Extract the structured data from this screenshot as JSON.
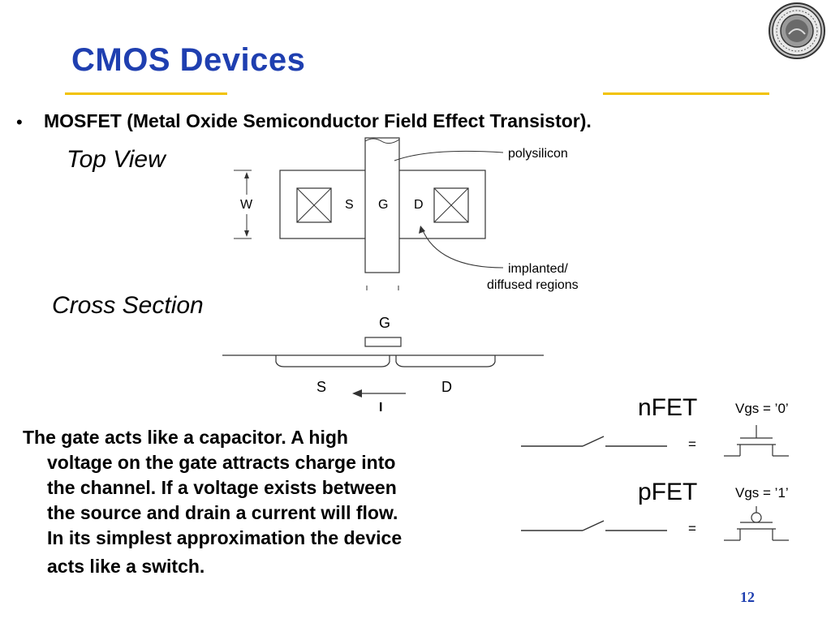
{
  "slide": {
    "title": "CMOS Devices",
    "bullet": "MOSFET (Metal Oxide Semiconductor Field Effect Transistor).",
    "top_view_label": "Top View",
    "cross_section_label": "Cross Section",
    "paragraph": [
      "The gate acts like a capacitor. A high",
      "voltage on the gate attracts charge into",
      "the channel. If a voltage exists between",
      "the source and drain a current will flow.",
      "In its simplest approximation the device",
      "acts like a switch."
    ],
    "page_number": "12"
  },
  "top_view": {
    "w_label": "W",
    "s_label": "S",
    "g_label": "G",
    "d_label": "D",
    "polysilicon_label": "polysilicon",
    "implanted_line1": "implanted/",
    "implanted_line2": "diffused regions"
  },
  "cross_section": {
    "g_label": "G",
    "s_label": "S",
    "d_label": "D",
    "i_label": "I"
  },
  "switches": {
    "nfet_label": "nFET",
    "pfet_label": "pFET",
    "nfet_vgs": "Vgs = ’0’",
    "pfet_vgs": "Vgs = ’1’",
    "equals": "="
  },
  "colors": {
    "title": "#1f3fb0",
    "accent_rule": "#f2c200"
  }
}
